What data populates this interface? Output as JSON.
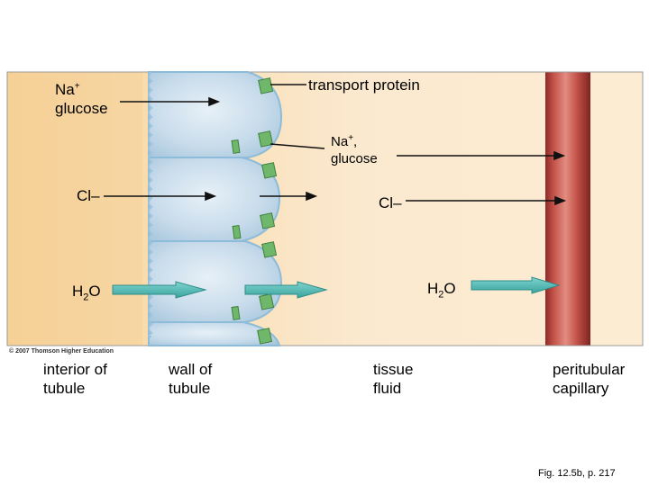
{
  "labels": {
    "na_glucose_left_1": "Na",
    "na_glucose_left_sup": "+",
    "na_glucose_left_2": "glucose",
    "transport_protein": "transport protein",
    "na_glucose_right_1": "Na",
    "na_glucose_right_sup": "+",
    "na_glucose_right_comma": ",",
    "na_glucose_right_2": "glucose",
    "cl_left": "Cl",
    "cl_left_minus": "–",
    "cl_right": "Cl",
    "cl_right_minus": "–",
    "h2o_left_h": "H",
    "h2o_left_sub": "2",
    "h2o_left_o": "O",
    "h2o_right_h": "H",
    "h2o_right_sub": "2",
    "h2o_right_o": "O"
  },
  "regions": {
    "interior": "interior of\ntubule",
    "wall": "wall of\ntubule",
    "tissue": "tissue\nfluid",
    "capillary": "peritubular\ncapillary"
  },
  "copyright": "© 2007 Thomson Higher Education",
  "figure_ref": "Fig. 12.5b, p. 217",
  "colors": {
    "interior_fill": "#f7d49a",
    "tissue_fluid_fill": "#fbe9cf",
    "cell_fill": "#c9dcea",
    "membrane": "#7fb6d6",
    "capillary": "#b03a34",
    "transport_protein": "#6db56a",
    "water_arrow": "#4fb7b2"
  }
}
